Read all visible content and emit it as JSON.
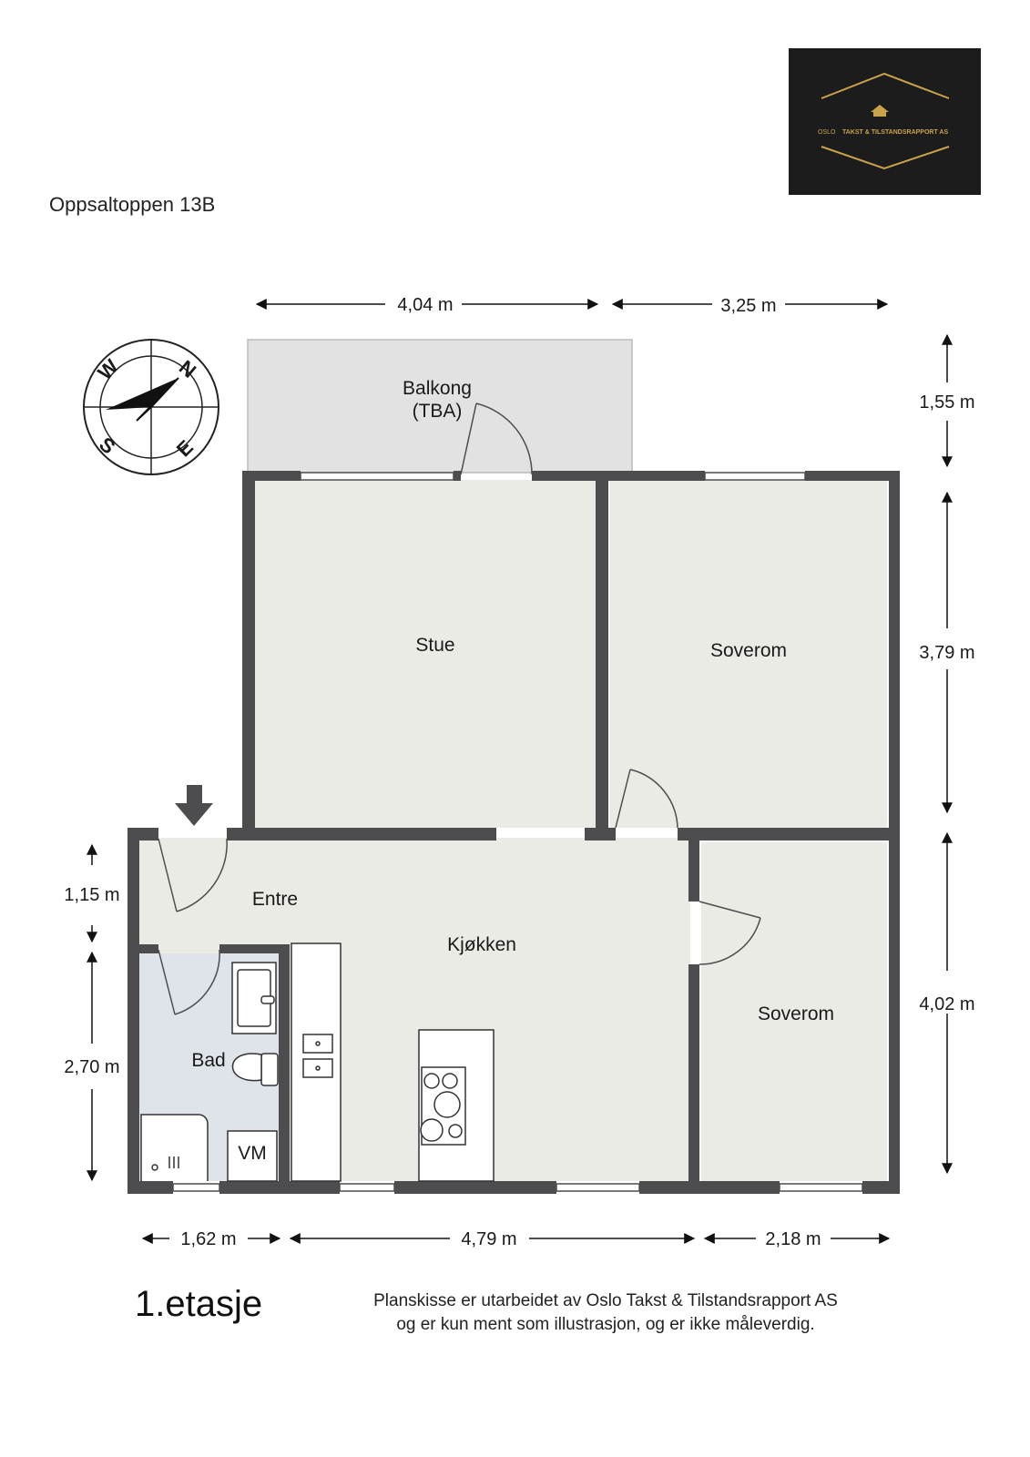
{
  "address": "Oppsaltoppen 13B",
  "floor_label": "1.etasje",
  "disclaimer": {
    "line1": "Planskisse er utarbeidet av Oslo Takst & Tilstandsrapport AS",
    "line2": "og er kun ment som illustrasjon, og er ikke måleverdig."
  },
  "logo": {
    "brand": "OSLO",
    "text": "TAKST & TILSTANDSRAPPORT AS"
  },
  "compass": {
    "n": "N",
    "e": "E",
    "s": "S",
    "w": "W"
  },
  "rooms": {
    "balcony_1": "Balkong",
    "balcony_2": "(TBA)",
    "living": "Stue",
    "bedroom_1": "Soverom",
    "bedroom_2": "Soverom",
    "entrance": "Entre",
    "kitchen": "Kjøkken",
    "bath": "Bad",
    "washer": "VM"
  },
  "dimensions": {
    "top_left": "4,04 m",
    "top_right": "3,25 m",
    "right_balcony": "1,55 m",
    "right_upper": "3,79 m",
    "right_lower": "4,02 m",
    "left_entre": "1,15 m",
    "left_bath": "2,70 m",
    "bottom_left": "1,62 m",
    "bottom_mid": "4,79 m",
    "bottom_right": "2,18 m"
  },
  "colors": {
    "wall": "#4d4d4f",
    "floor": "#ebebe6",
    "bath_floor": "#dfe3ea",
    "balcony": "#e2e2e2",
    "logo_gold": "#c9a24a"
  }
}
